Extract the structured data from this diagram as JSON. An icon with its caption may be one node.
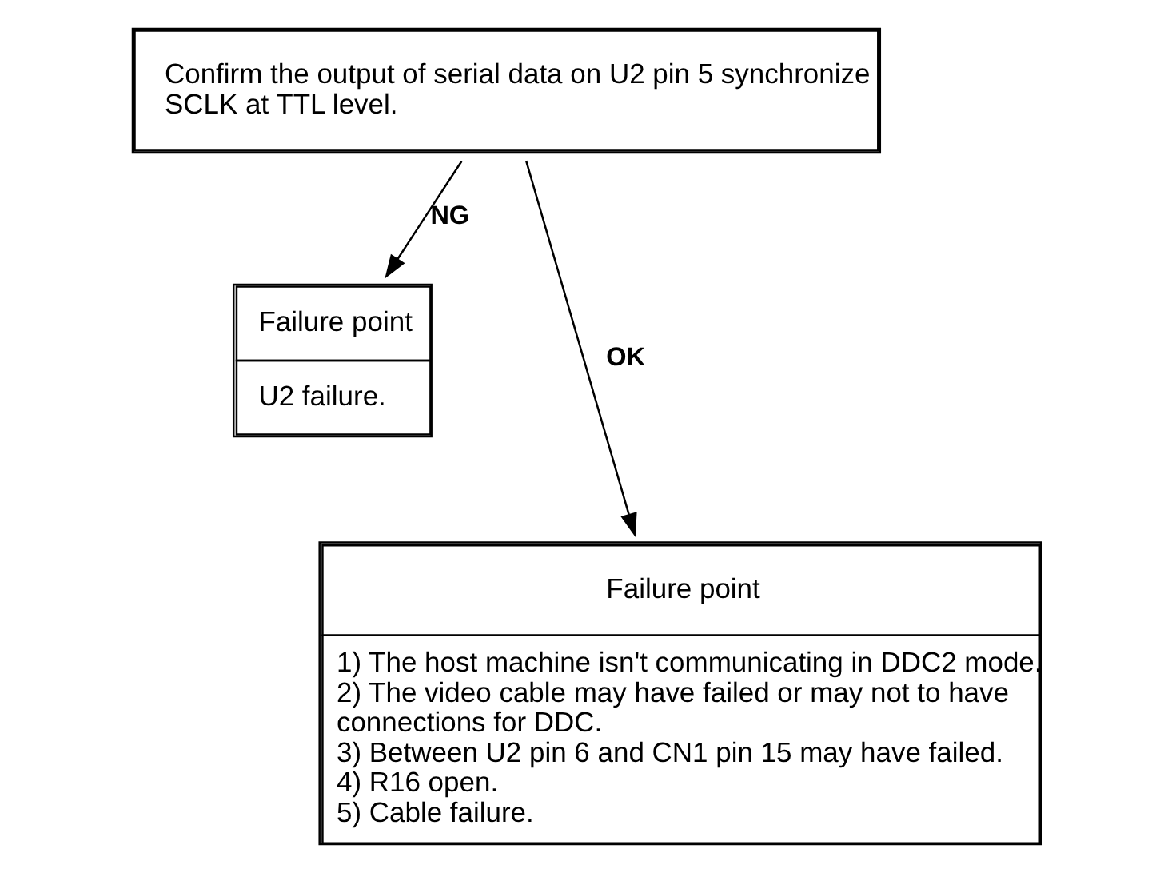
{
  "diagram": {
    "nodes": [
      {
        "text": [
          "Confirm the output of serial data on U2 pin 5 synchronize SCLK at TTL level."
        ]
      },
      {
        "text": [
          "Failure point",
          "U2 failure."
        ]
      },
      {
        "text": [
          "Failure point",
          "1) The host machine isn't communicating in DDC2 mode.",
          "2) The video cable may have failed or may not to have connections for DDC.",
          "3) Between U2 pin 6 and CN1 pin 15 may have failed.",
          "4) R16 open.",
          "5) Cable failure."
        ]
      }
    ],
    "edges": [
      {
        "from": 0,
        "to": 1,
        "arrow": "to",
        "label": "NG"
      },
      {
        "from": 0,
        "to": 2,
        "arrow": "to",
        "label": "OK"
      }
    ]
  }
}
